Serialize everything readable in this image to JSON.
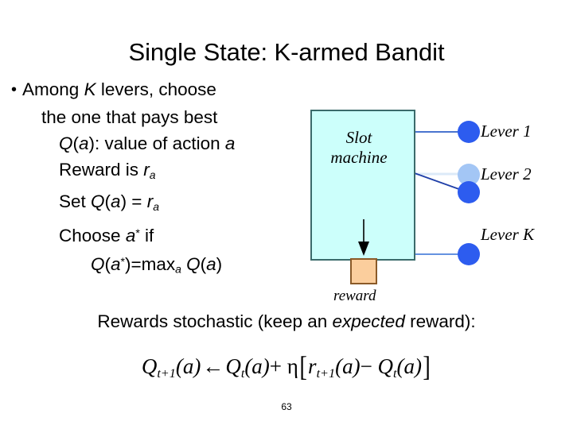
{
  "slide": {
    "title": "Single State: K-armed Bandit",
    "page_number": "63",
    "bullet_glyph": "•",
    "lines": [
      {
        "indent": 0,
        "bullet": true,
        "text": "Among K levers, choose",
        "italic_tokens": [
          "K"
        ]
      },
      {
        "indent": 1,
        "bullet": false,
        "text": "the one that pays best"
      },
      {
        "indent": 2,
        "bullet": false,
        "text": "Q(a): value of action a"
      },
      {
        "indent": 2,
        "bullet": false,
        "text": "Reward is ra"
      },
      {
        "indent": 2,
        "bullet": false,
        "text": "Set Q(a) = ra"
      },
      {
        "indent": 2,
        "bullet": false,
        "text": "Choose a* if"
      },
      {
        "indent": 3,
        "bullet": false,
        "text": "Q(a*)=maxa Q(a)"
      }
    ],
    "line_parts": {
      "l1_pre": "Among ",
      "l1_k": "K",
      "l1_post": " levers, choose",
      "l2": "the one that pays best",
      "l3_q": "Q",
      "l3_open": "(",
      "l3_a": "a",
      "l3_close": "): value of action ",
      "l3_a2": "a",
      "l4_pre": "Reward is ",
      "l4_r": "r",
      "l4_sub": "a",
      "l5_set": "Set ",
      "l5_q": "Q",
      "l5_mid": "(",
      "l5_a": "a",
      "l5_eq": ") = ",
      "l5_r": "r",
      "l5_sub": "a",
      "l6_choose": "Choose ",
      "l6_a": "a",
      "l6_star": "*",
      "l6_if": " if",
      "l7_q": "Q",
      "l7_open": "(",
      "l7_a": "a",
      "l7_star": "*",
      "l7_eqmax": ")=max",
      "l7_sub": "a",
      "l7_tail_q": " Q",
      "l7_tail_open": "(",
      "l7_tail_a": "a",
      "l7_tail_close": ")"
    },
    "wide_line": {
      "pre": "Rewards stochastic (keep an ",
      "emph": "expected",
      "post": " reward):"
    },
    "equation": {
      "q1": "Q",
      "q1_sub": "t+1",
      "q1_arg": "(a)",
      "arrow": "←",
      "q2": "Q",
      "q2_sub": "t",
      "q2_arg": "(a)",
      "plus": "+ ",
      "eta": "η",
      "open_bracket": "[",
      "r": "r",
      "r_sub": "t+1",
      "r_arg": "(a)",
      "minus": "− ",
      "q3": "Q",
      "q3_sub": "t",
      "q3_arg": "(a)",
      "close_bracket": "]",
      "plain": "Q(t+1)(a) ← Q(t)(a) + η[r(t+1)(a) − Q(t)(a)]"
    }
  },
  "diagram": {
    "slot_machine_label_line1": "Slot",
    "slot_machine_label_line2": "machine",
    "reward_label": "reward",
    "levers": [
      {
        "name": "lever-1",
        "label": "Lever 1"
      },
      {
        "name": "lever-2",
        "label": "Lever 2"
      },
      {
        "name": "lever-k",
        "label": "Lever K"
      }
    ],
    "colors": {
      "box_fill": "#CCFFFB",
      "box_stroke": "#3B6B6B",
      "lever_blue": "#2D5CEF",
      "lever_light_blue": "#A3C6F5",
      "connector_dark": "#1F3FA8",
      "connector_light": "#5588DD",
      "connector_pale": "#DCEAF8",
      "reward_fill": "#FBCE9D",
      "reward_stroke": "#8A5A28",
      "arrow": "#000000"
    }
  }
}
